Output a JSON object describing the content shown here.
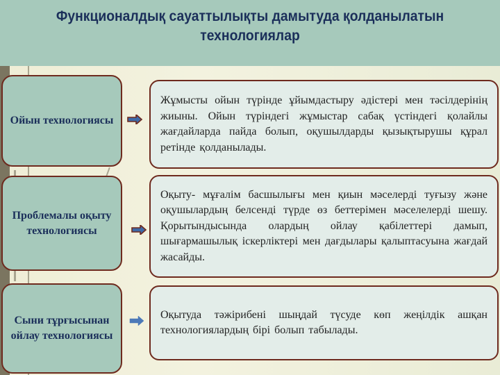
{
  "slide": {
    "title": "Функционалдық сауаттылықты дамытуда қолданылатын технологиялар",
    "colors": {
      "header_bg": "#a6c9bb",
      "title_text": "#1b2f5a",
      "box_border": "#6e2a1e",
      "label_box_bg": "#a6c9bb",
      "desc_box_bg": "#e3ede9",
      "arrow_blue": "#3e6aa8",
      "arrow_outline": "#6e2a1e"
    },
    "rows": [
      {
        "label": "Ойын технологиясы",
        "arrow_icon": "right-arrow-icon",
        "description": "Жұмысты ойын түрінде ұйымдастыру әдістері мен тәсілдерінің жиыны. Ойын түріндегі жұмыстар сабақ үстіндегі қолайлы жағдайларда пайда болып, оқушылдарды қызықтырушы құрал ретінде қолданылады."
      },
      {
        "label": "Проблемалы оқыту технологиясы",
        "arrow_icon": "right-arrow-icon",
        "description": "Оқыту- мұғалім басшылығы мен қиын мәселерді туғызу және оқушылардың белсенді түрде өз беттерімен мәселелерді шешу. Қорытындысында олардың ойлау қабілеттері дамып, шығармашылық іскерліктері мен дағдылары қалыптасуына жағдай жасайды."
      },
      {
        "label": "Сыни тұрғысынан ойлау технологиясы",
        "arrow_icon": "right-arrow-icon",
        "description": "Оқытуда тәжірибені шыңдай түсуде көп жеңілдік ашқан технологиялардың бірі болып табылады."
      }
    ]
  }
}
